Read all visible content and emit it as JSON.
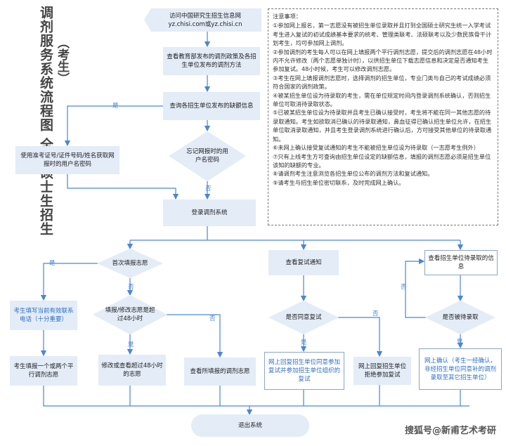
{
  "title": {
    "main": "调剂服务系统流程图 全国硕士生招生",
    "sub": "（考生）"
  },
  "nodes": {
    "website": {
      "line1": "访问中国研究生招生信息网",
      "line2": "yz.chisi.com或yz.chisi.cn"
    },
    "view_policy": "查看教育部发布的调剂政策及各招生单位发布的调剂方法",
    "query_vacancy": "查询各招生单位发布的缺额信息",
    "forgot_pwd": "忘记网报时的用户名密码",
    "get_credentials": "使用准考证号/证件号码/姓名获取网报时的用户名密码",
    "login": "登录调剂系统",
    "first_fill": "首次填报志愿",
    "contact_fill": "考生填写当前有效联系电话（十分重要）",
    "over_48": "填报/修改志愿是超过48小时",
    "fill_one_two": "考生填报一个或两个平行调剂志愿",
    "modify_48": "修改或查看超过48小时的志愿",
    "view_filled": "查看所填报的调剂志愿",
    "view_retest": "查看复试通知",
    "agree_retest": "是否同意复试",
    "reply_agree": "网上回复招生单位同意参加复试并参加招生单位组织的复试",
    "reply_refuse": "网上回复招生单位拒绝参加复试",
    "view_pending": "查看招生单位待录取的信息",
    "is_pending": "是否被待录取",
    "online_confirm": "网上确认（考生一经确认，非经招生单位同意补的调剂录取至其它招生单位）",
    "exit": "退出系统"
  },
  "edge_labels": {
    "yes": "是",
    "no": "否"
  },
  "notes": {
    "title": "注意事项：",
    "items": [
      "①参加网上报名，第一志愿没有被招生单位录取并且打到全国硕士研究生统一入学考试考生进入复试的初试成绩基本要求的统考、管理类联考、法硕联考以及少数民族骨干计划考生，均可参加网上调剂。",
      "②参加调剂的考生每人可以在网上填报两个平行调剂志愿，提交后的调剂志愿在48小时内不允许修改（两个志愿单独计时），以供招生单位下载志愿信息和决定是否通知考生参加复试。48小时候，考生可以修改调剂志愿。",
      "③考生在网上填报调剂志愿时，选择调剂的招生单位，专业门类与自己的考试成绩必须符合国家的调剂政策。",
      "④被某招生单位设为待录取的考生，需在单位规定时间内登录调剂系统确认，否则招生单位可取消待录取状态。",
      "⑤已被某招生单位设为待录取并且考生已确认接受时，考生将不能在同一其他志愿的待录取通知。考生如欲取消已确认的待录取通知，鼻血征得已确认招生单位允许，在招生单位取消录取通知，并且考生登录调剂系统进行确认后，方可接受其他单位的待录取通知。",
      "⑥未网上确认接受复试通知的考生不能被招生单位设为待录取（一志愿考生例外）",
      "⑦只有上线考生方可查询由招生单位设定的缺额信息，填报的调剂志愿必须是招生单位该知的缺额的专业。",
      "⑧请调剂考生注意浏览各招生单位公布的调剂方法和复试通知。",
      "⑨请考生与招生单位密切联系，及时完成网上确认。"
    ]
  },
  "watermark": "搜狐号@新甫艺术考研"
}
